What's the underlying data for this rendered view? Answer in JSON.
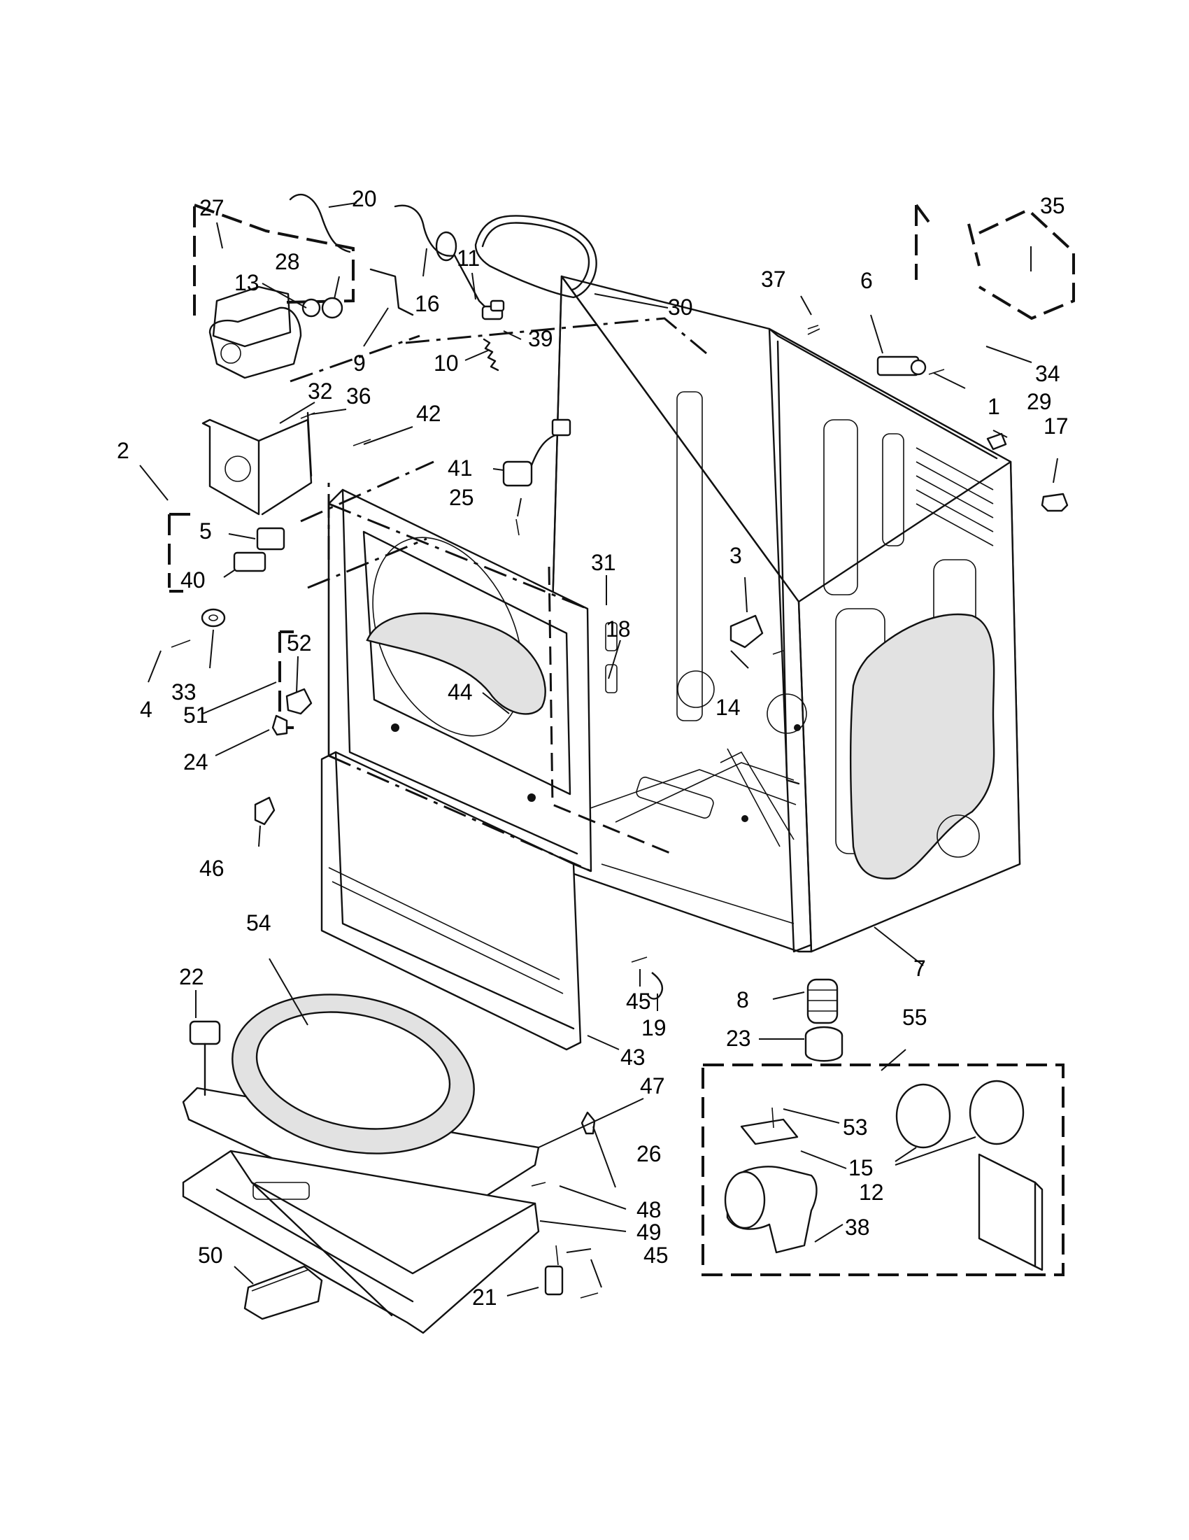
{
  "labels": [
    {
      "id": "1",
      "text": "1"
    },
    {
      "id": "2",
      "text": "2"
    },
    {
      "id": "3",
      "text": "3"
    },
    {
      "id": "4",
      "text": "4"
    },
    {
      "id": "5",
      "text": "5"
    },
    {
      "id": "6",
      "text": "6"
    },
    {
      "id": "7",
      "text": "7"
    },
    {
      "id": "8",
      "text": "8"
    },
    {
      "id": "9",
      "text": "9"
    },
    {
      "id": "10",
      "text": "10"
    },
    {
      "id": "11",
      "text": "11"
    },
    {
      "id": "12",
      "text": "12"
    },
    {
      "id": "13",
      "text": "13"
    },
    {
      "id": "14",
      "text": "14"
    },
    {
      "id": "15",
      "text": "15"
    },
    {
      "id": "16",
      "text": "16"
    },
    {
      "id": "17",
      "text": "17"
    },
    {
      "id": "18",
      "text": "18"
    },
    {
      "id": "19",
      "text": "19"
    },
    {
      "id": "20",
      "text": "20"
    },
    {
      "id": "21",
      "text": "21"
    },
    {
      "id": "22",
      "text": "22"
    },
    {
      "id": "23",
      "text": "23"
    },
    {
      "id": "24",
      "text": "24"
    },
    {
      "id": "25",
      "text": "25"
    },
    {
      "id": "26",
      "text": "26"
    },
    {
      "id": "27",
      "text": "27"
    },
    {
      "id": "28",
      "text": "28"
    },
    {
      "id": "29",
      "text": "29"
    },
    {
      "id": "30",
      "text": "30"
    },
    {
      "id": "31",
      "text": "31"
    },
    {
      "id": "32",
      "text": "32"
    },
    {
      "id": "33",
      "text": "33"
    },
    {
      "id": "34",
      "text": "34"
    },
    {
      "id": "35",
      "text": "35"
    },
    {
      "id": "36",
      "text": "36"
    },
    {
      "id": "37",
      "text": "37"
    },
    {
      "id": "38",
      "text": "38"
    },
    {
      "id": "39",
      "text": "39"
    },
    {
      "id": "40",
      "text": "40"
    },
    {
      "id": "41",
      "text": "41"
    },
    {
      "id": "42",
      "text": "42"
    },
    {
      "id": "43",
      "text": "43"
    },
    {
      "id": "44",
      "text": "44"
    },
    {
      "id": "45a",
      "text": "45"
    },
    {
      "id": "45b",
      "text": "45"
    },
    {
      "id": "46",
      "text": "46"
    },
    {
      "id": "47",
      "text": "47"
    },
    {
      "id": "48",
      "text": "48"
    },
    {
      "id": "49",
      "text": "49"
    },
    {
      "id": "50",
      "text": "50"
    },
    {
      "id": "51",
      "text": "51"
    },
    {
      "id": "52",
      "text": "52"
    },
    {
      "id": "53",
      "text": "53"
    },
    {
      "id": "54",
      "text": "54"
    },
    {
      "id": "55",
      "text": "55"
    }
  ]
}
